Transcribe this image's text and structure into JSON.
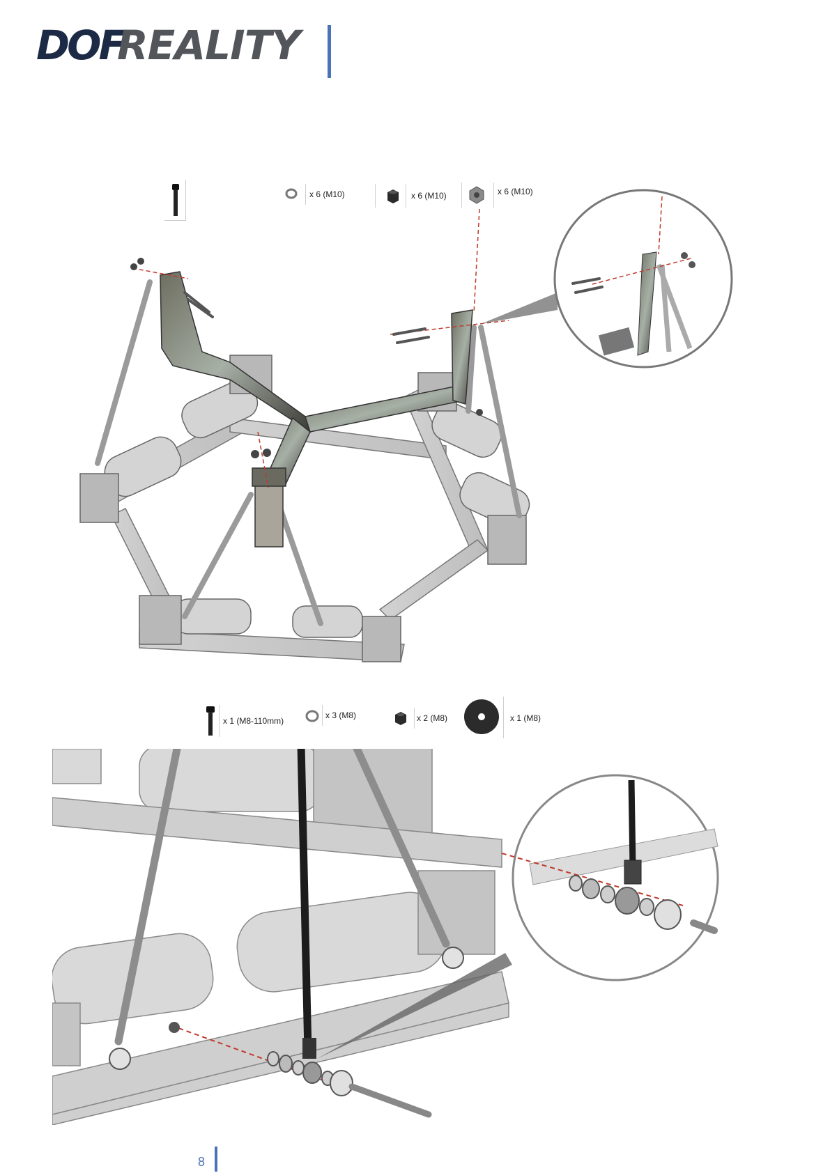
{
  "header": {
    "logo_part1": "DOF",
    "logo_part2": "REALITY"
  },
  "step1": {
    "parts": [
      {
        "icon": "bolt-icon",
        "label": ""
      },
      {
        "icon": "washer-icon",
        "label": "x 6 (M10)"
      },
      {
        "icon": "lock-nut-icon",
        "label": "x 6 (M10)"
      },
      {
        "icon": "hex-nut-icon",
        "label": "x 6 (M10)"
      }
    ]
  },
  "step2": {
    "parts": [
      {
        "icon": "bolt-icon",
        "label": "x 1  (M8-110mm)"
      },
      {
        "icon": "washer-icon",
        "label": "x 3 (M8)"
      },
      {
        "icon": "lock-nut-icon",
        "label": "x 2 (M8)"
      },
      {
        "icon": "large-washer-icon",
        "label": "x 1 (M8)"
      }
    ]
  },
  "footer": {
    "page_number": "8"
  },
  "colors": {
    "brand_dark": "#1c2a45",
    "brand_gray": "#52555a",
    "accent": "#4a72b6",
    "guide_line": "#c0392b"
  }
}
